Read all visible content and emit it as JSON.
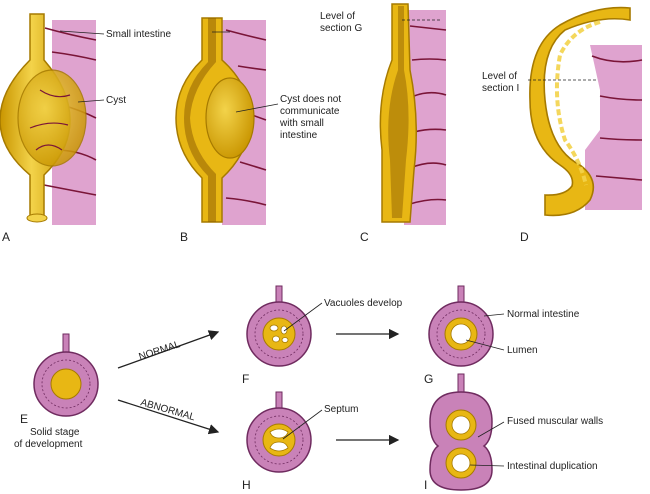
{
  "colors": {
    "mesentery": "#dfa3cf",
    "vessel": "#7a1538",
    "gut_fill": "#e8b714",
    "gut_edge": "#a67a00",
    "gut_light": "#f3d34a",
    "wall_pink": "#c982b8",
    "wall_edge": "#6f2b5f"
  },
  "panels": {
    "A": {
      "letter": "A",
      "label_small_intestine": "Small intestine",
      "label_cyst": "Cyst"
    },
    "B": {
      "letter": "B",
      "label_line1": "Cyst does not",
      "label_line2": "communicate",
      "label_line3": "with small",
      "label_line4": "intestine"
    },
    "C": {
      "letter": "C",
      "label_line1": "Level of",
      "label_line2": "section G"
    },
    "D": {
      "letter": "D",
      "label_line1": "Level of",
      "label_line2": "section I"
    },
    "E": {
      "letter": "E",
      "caption_line1": "Solid stage",
      "caption_line2": "of development"
    },
    "F": {
      "letter": "F",
      "label": "Vacuoles develop"
    },
    "G": {
      "letter": "G",
      "label_normal": "Normal intestine",
      "label_lumen": "Lumen"
    },
    "H": {
      "letter": "H",
      "label": "Septum"
    },
    "I": {
      "letter": "I",
      "label_fused": "Fused muscular walls",
      "label_dup": "Intestinal duplication"
    }
  },
  "arrows": {
    "normal": "NORMAL",
    "abnormal": "ABNORMAL"
  }
}
